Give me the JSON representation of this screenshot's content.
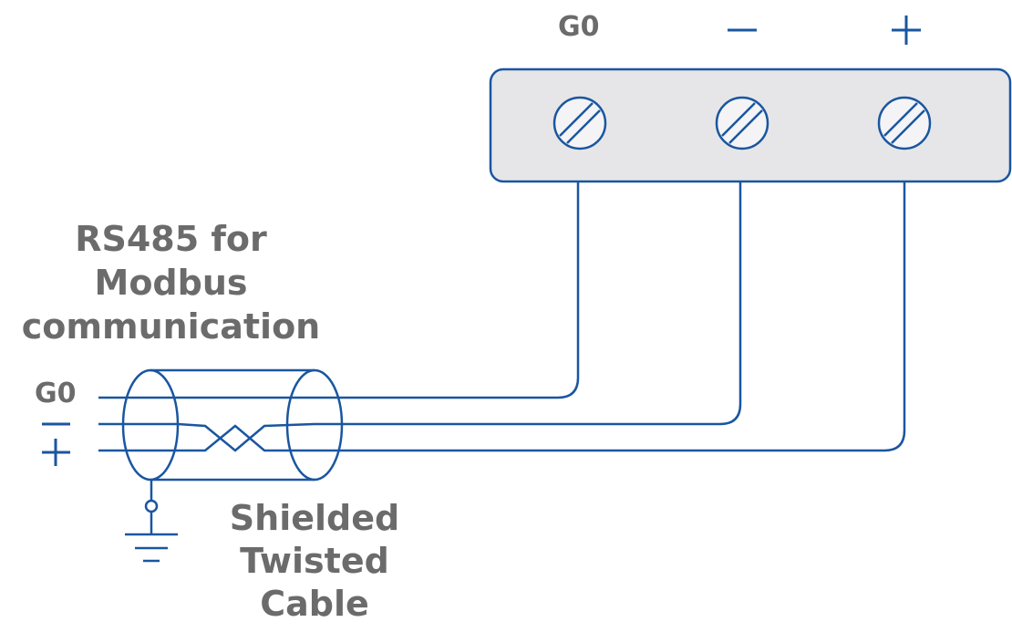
{
  "terminal_block": {
    "labels": {
      "g0": "G0",
      "minus": "−",
      "plus": "+"
    },
    "terminal_count": 3
  },
  "rs485_label": {
    "lines": [
      "RS485 for",
      "Modbus",
      "communication"
    ]
  },
  "left_labels": {
    "g0": "G0",
    "minus": "−",
    "plus": "+"
  },
  "cable_label": {
    "lines": [
      "Shielded",
      "Twisted",
      "Cable"
    ]
  },
  "colors": {
    "wire": "#1a56a0",
    "text": "#6b6b6b",
    "block_fill": "#e6e6e8",
    "block_stroke": "#1a56a0",
    "screw_fill": "#f4f4f6"
  },
  "icons": [
    "screw-terminal-icon",
    "ground-icon",
    "minus-symbol-icon",
    "plus-symbol-icon",
    "twisted-pair-icon"
  ]
}
